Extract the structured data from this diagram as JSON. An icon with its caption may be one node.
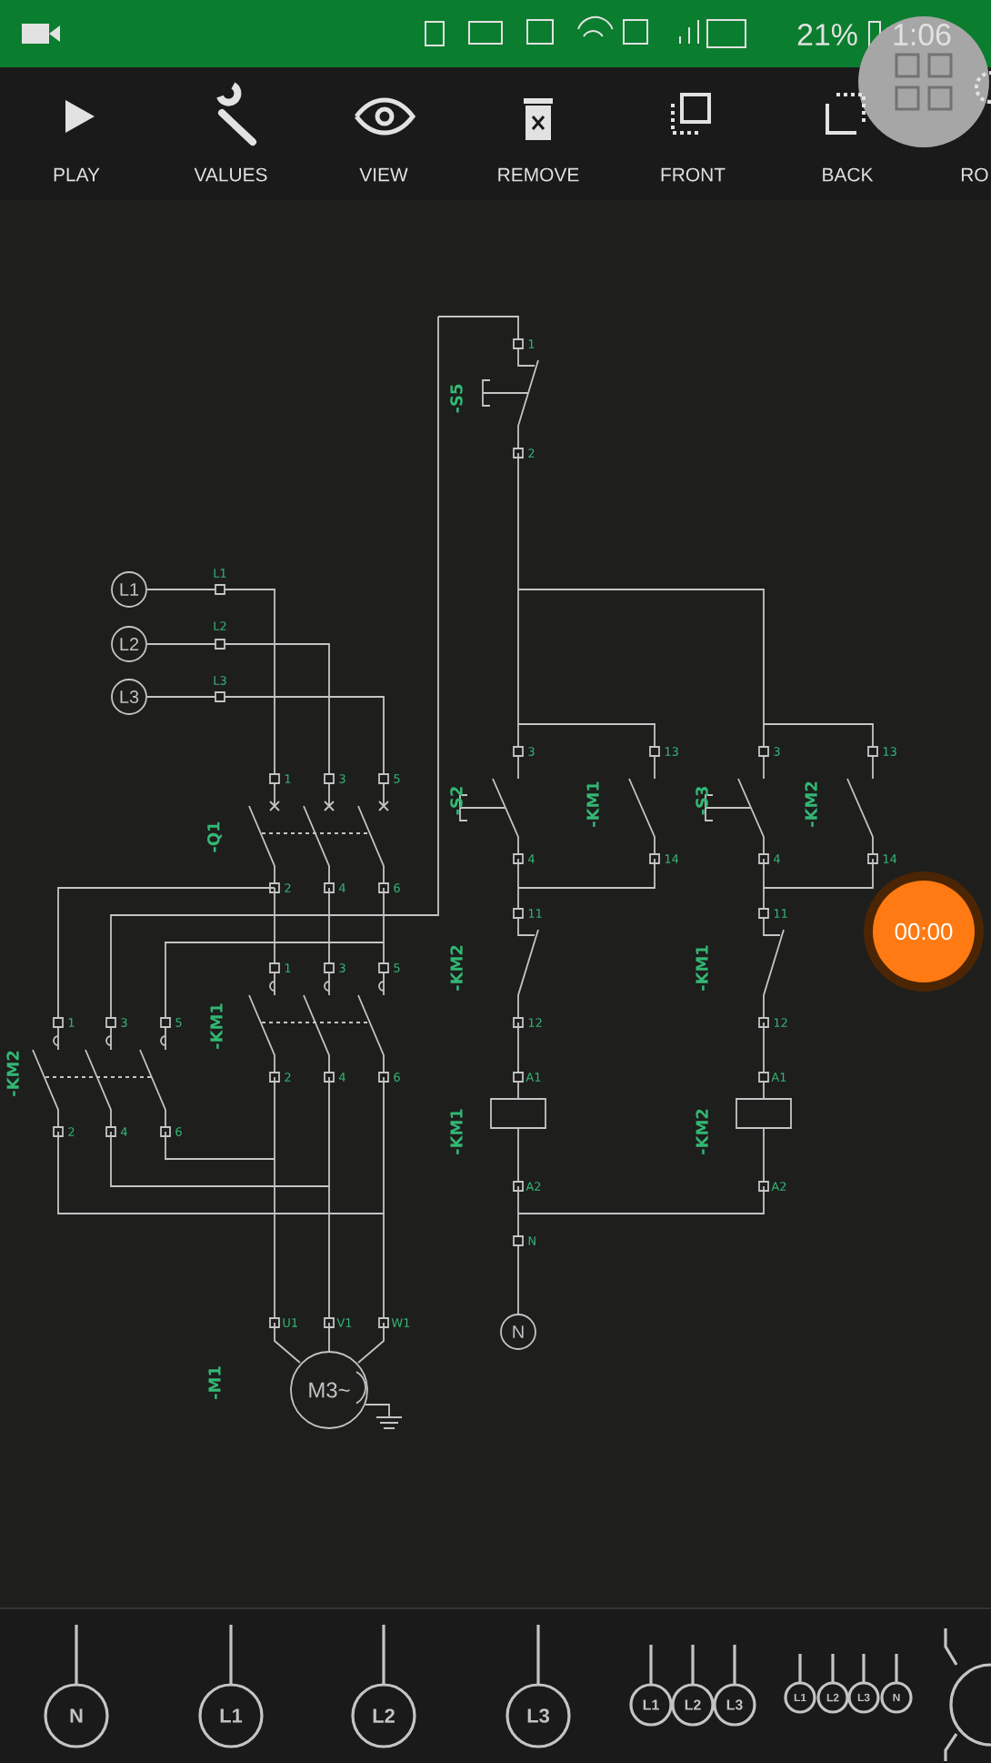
{
  "diagram": {
    "nodes": [
      {
        "text": [
          "L1"
        ]
      },
      {
        "text": [
          "L2"
        ]
      },
      {
        "text": [
          "L3"
        ]
      },
      {
        "text": [
          "N"
        ]
      },
      {
        "text": [
          "M3~"
        ]
      }
    ],
    "labels": [
      "21%",
      "1:06",
      "PLAY",
      "VALUES",
      "VIEW",
      "REMOVE",
      "FRONT",
      "BACK",
      "RO",
      "1",
      "-S5",
      "2",
      "L1",
      "L2",
      "L3",
      "3",
      "13",
      "3",
      "13",
      "1",
      "3",
      "5",
      "-S2",
      "-KM1",
      "-S3",
      "-KM2",
      "-Q1",
      "4",
      "14",
      "4",
      "14",
      "2",
      "4",
      "6",
      "11",
      "11",
      "1",
      "3",
      "5",
      "-KM2",
      "-KM1",
      "1",
      "3",
      "5",
      "-KM1",
      "12",
      "12",
      "-KM2",
      "2",
      "4",
      "6",
      "A1",
      "A1",
      "-KM1",
      "-KM2",
      "2",
      "4",
      "6",
      "A2",
      "A2",
      "N",
      "U1",
      "V1",
      "W1",
      "-M1",
      "00:00",
      "N",
      "L1",
      "L2",
      "L3",
      "L1",
      "L2",
      "L3",
      "L1",
      "L2",
      "L3",
      "N"
    ]
  }
}
